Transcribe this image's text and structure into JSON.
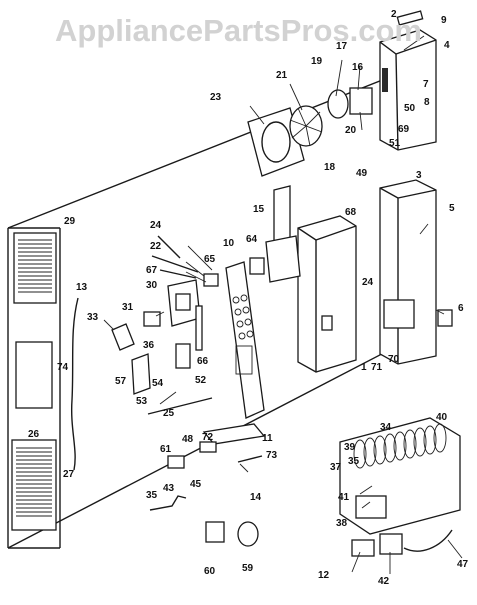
{
  "watermark": "AppliancePartsPros.com",
  "callouts": [
    {
      "id": "c2",
      "text": "2"
    },
    {
      "id": "c9",
      "text": "9"
    },
    {
      "id": "c4",
      "text": "4"
    },
    {
      "id": "c17",
      "text": "17"
    },
    {
      "id": "c16",
      "text": "16"
    },
    {
      "id": "c19",
      "text": "19"
    },
    {
      "id": "c7",
      "text": "7"
    },
    {
      "id": "c21",
      "text": "21"
    },
    {
      "id": "c8",
      "text": "8"
    },
    {
      "id": "c50",
      "text": "50"
    },
    {
      "id": "c23",
      "text": "23"
    },
    {
      "id": "c20",
      "text": "20"
    },
    {
      "id": "c69",
      "text": "69"
    },
    {
      "id": "c51",
      "text": "51"
    },
    {
      "id": "c18",
      "text": "18"
    },
    {
      "id": "c49",
      "text": "49"
    },
    {
      "id": "c3",
      "text": "3"
    },
    {
      "id": "c15",
      "text": "15"
    },
    {
      "id": "c5",
      "text": "5"
    },
    {
      "id": "c68",
      "text": "68"
    },
    {
      "id": "c29",
      "text": "29"
    },
    {
      "id": "c24a",
      "text": "24"
    },
    {
      "id": "c10",
      "text": "10"
    },
    {
      "id": "c64",
      "text": "64"
    },
    {
      "id": "c22",
      "text": "22"
    },
    {
      "id": "c65",
      "text": "65"
    },
    {
      "id": "c67",
      "text": "67"
    },
    {
      "id": "c24b",
      "text": "24"
    },
    {
      "id": "c13",
      "text": "13"
    },
    {
      "id": "c30",
      "text": "30"
    },
    {
      "id": "c6",
      "text": "6"
    },
    {
      "id": "c31",
      "text": "31"
    },
    {
      "id": "c33",
      "text": "33"
    },
    {
      "id": "c36",
      "text": "36"
    },
    {
      "id": "c66",
      "text": "66"
    },
    {
      "id": "c70",
      "text": "70"
    },
    {
      "id": "c74",
      "text": "74"
    },
    {
      "id": "c1",
      "text": "1"
    },
    {
      "id": "c71",
      "text": "71"
    },
    {
      "id": "c57",
      "text": "57"
    },
    {
      "id": "c54",
      "text": "54"
    },
    {
      "id": "c52",
      "text": "52"
    },
    {
      "id": "c53",
      "text": "53"
    },
    {
      "id": "c26",
      "text": "26"
    },
    {
      "id": "c25",
      "text": "25"
    },
    {
      "id": "c34",
      "text": "34"
    },
    {
      "id": "c40",
      "text": "40"
    },
    {
      "id": "c72",
      "text": "72"
    },
    {
      "id": "c11",
      "text": "11"
    },
    {
      "id": "c48",
      "text": "48"
    },
    {
      "id": "c39",
      "text": "39"
    },
    {
      "id": "c61",
      "text": "61"
    },
    {
      "id": "c35a",
      "text": "35"
    },
    {
      "id": "c73",
      "text": "73"
    },
    {
      "id": "c37",
      "text": "37"
    },
    {
      "id": "c27",
      "text": "27"
    },
    {
      "id": "c43",
      "text": "43"
    },
    {
      "id": "c45",
      "text": "45"
    },
    {
      "id": "c41",
      "text": "41"
    },
    {
      "id": "c35b",
      "text": "35"
    },
    {
      "id": "c14",
      "text": "14"
    },
    {
      "id": "c38",
      "text": "38"
    },
    {
      "id": "c60",
      "text": "60"
    },
    {
      "id": "c59",
      "text": "59"
    },
    {
      "id": "c12",
      "text": "12"
    },
    {
      "id": "c42",
      "text": "42"
    },
    {
      "id": "c47",
      "text": "47"
    }
  ]
}
